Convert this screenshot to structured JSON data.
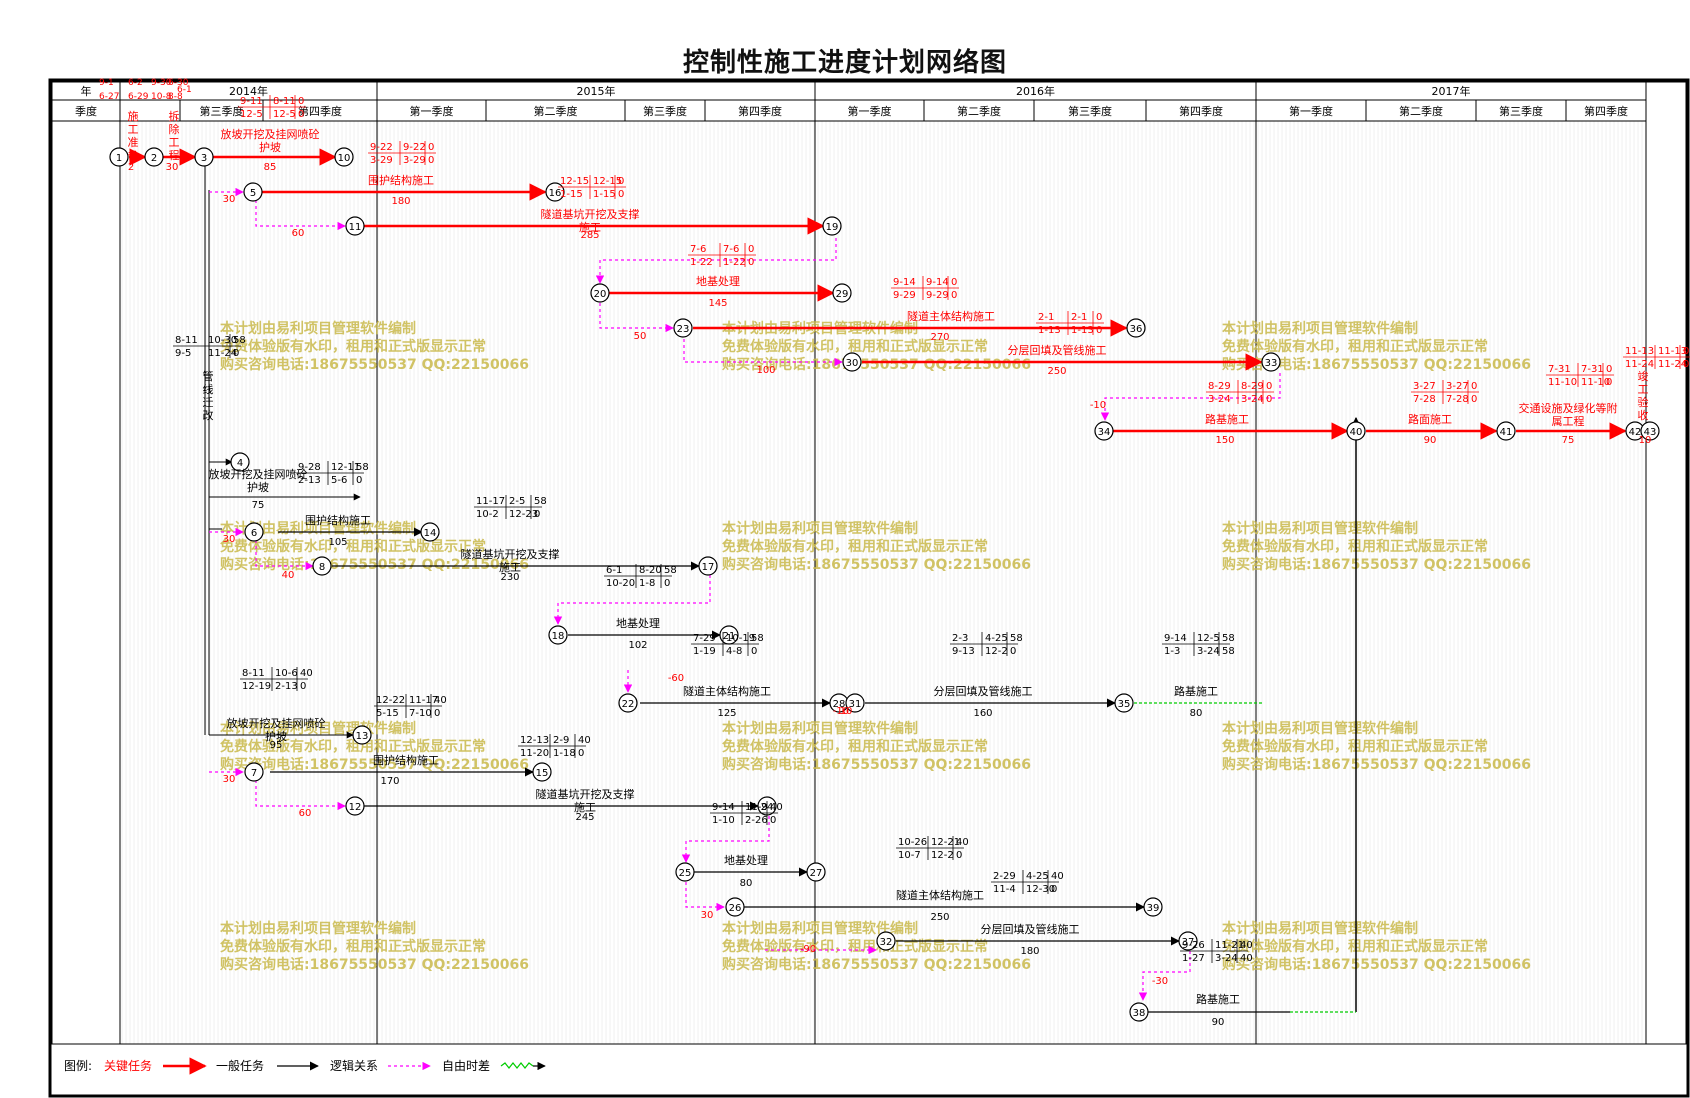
{
  "title": "控制性施工进度计划网络图",
  "header": {
    "year_label": "年",
    "quarter_label": "季度",
    "years": [
      {
        "label": "2014年"
      },
      {
        "label": "2015年"
      },
      {
        "label": "2016年"
      },
      {
        "label": "2017年"
      }
    ],
    "quarters": [
      "第三季度",
      "第四季度",
      "第一季度",
      "第二季度",
      "第三季度",
      "第四季度",
      "第一季度",
      "第二季度",
      "第三季度",
      "第四季度",
      "第一季度",
      "第二季度",
      "第三季度",
      "第四季度"
    ]
  },
  "watermark": [
    "本计划由易利项目管理软件编制",
    "免费体验版有水印，租用和正式版显示正常",
    "购买咨询电话:18675550537 QQ:22150066"
  ],
  "colors": {
    "critical": "#ff0000",
    "normal": "#000000",
    "slack": "#ff00ff",
    "float": "#00cc00",
    "watermark": "#c9b84a",
    "grid": "#d8d8d8"
  },
  "nodes": [
    {
      "id": "1",
      "label": "1"
    },
    {
      "id": "2",
      "label": "2"
    },
    {
      "id": "3",
      "label": "3"
    },
    {
      "id": "10",
      "label": "10"
    },
    {
      "id": "5",
      "label": "5"
    },
    {
      "id": "16",
      "label": "16"
    },
    {
      "id": "11",
      "label": "11"
    },
    {
      "id": "19",
      "label": "19"
    },
    {
      "id": "20",
      "label": "20"
    },
    {
      "id": "29",
      "label": "29"
    },
    {
      "id": "23",
      "label": "23"
    },
    {
      "id": "36",
      "label": "36"
    },
    {
      "id": "30",
      "label": "30"
    },
    {
      "id": "33",
      "label": "33"
    },
    {
      "id": "34",
      "label": "34"
    },
    {
      "id": "40",
      "label": "40"
    },
    {
      "id": "41",
      "label": "41"
    },
    {
      "id": "42",
      "label": "42"
    },
    {
      "id": "43",
      "label": "43"
    },
    {
      "id": "4",
      "label": "4"
    },
    {
      "id": "6",
      "label": "6"
    },
    {
      "id": "14",
      "label": "14"
    },
    {
      "id": "8",
      "label": "8"
    },
    {
      "id": "17",
      "label": "17"
    },
    {
      "id": "18",
      "label": "18"
    },
    {
      "id": "21",
      "label": "21"
    },
    {
      "id": "22",
      "label": "22"
    },
    {
      "id": "28",
      "label": "28"
    },
    {
      "id": "31",
      "label": "31"
    },
    {
      "id": "35",
      "label": "35"
    },
    {
      "id": "13",
      "label": "13"
    },
    {
      "id": "7",
      "label": "7"
    },
    {
      "id": "15",
      "label": "15"
    },
    {
      "id": "12",
      "label": "12"
    },
    {
      "id": "24",
      "label": "24"
    },
    {
      "id": "25",
      "label": "25"
    },
    {
      "id": "27",
      "label": "27"
    },
    {
      "id": "26",
      "label": "26"
    },
    {
      "id": "39",
      "label": "39"
    },
    {
      "id": "32",
      "label": "32"
    },
    {
      "id": "37",
      "label": "37"
    },
    {
      "id": "38",
      "label": "38"
    }
  ],
  "tasks": [
    {
      "id": "t1",
      "name": "施工准备",
      "duration": "2",
      "critical": true
    },
    {
      "id": "t2",
      "name": "拆除工程",
      "duration": "30",
      "critical": true
    },
    {
      "id": "t3",
      "name": "放坡开挖及挂网喷砼护坡",
      "duration": "85",
      "critical": true,
      "dates": [
        "9-11",
        "8-11",
        "0",
        "12-5",
        "12-5",
        "0"
      ]
    },
    {
      "id": "t4",
      "name": "围护结构施工",
      "duration": "180",
      "critical": true,
      "dates": [
        "9-22",
        "9-22",
        "0",
        "3-29",
        "3-29",
        "0"
      ]
    },
    {
      "id": "t5",
      "name": "隧道基坑开挖及支撑施工",
      "duration": "285",
      "critical": true,
      "dates": [
        "12-15",
        "12-15",
        "0",
        "1-15",
        "1-15",
        "0"
      ]
    },
    {
      "id": "t6",
      "name": "地基处理",
      "duration": "145",
      "critical": true,
      "dates": [
        "7-6",
        "7-6",
        "0",
        "1-22",
        "1-22",
        "0"
      ]
    },
    {
      "id": "t7",
      "name": "隧道主体结构施工",
      "duration": "270",
      "critical": true,
      "dates": [
        "9-14",
        "9-14",
        "0",
        "9-29",
        "9-29",
        "0"
      ]
    },
    {
      "id": "t8",
      "name": "分层回填及管线施工",
      "duration": "250",
      "critical": true,
      "dates": [
        "2-1",
        "2-1",
        "0",
        "1-13",
        "1-13",
        "0"
      ]
    },
    {
      "id": "t9",
      "name": "路基施工",
      "duration": "150",
      "critical": true,
      "dates": [
        "8-29",
        "8-29",
        "0",
        "3-24",
        "3-24",
        "0"
      ]
    },
    {
      "id": "t10",
      "name": "路面施工",
      "duration": "90",
      "critical": true,
      "dates": [
        "3-27",
        "3-27",
        "0",
        "7-28",
        "7-28",
        "0"
      ]
    },
    {
      "id": "t11",
      "name": "交通设施及绿化等附属工程",
      "duration": "75",
      "critical": true,
      "dates": [
        "7-31",
        "7-31",
        "0",
        "11-10",
        "11-10",
        "0"
      ]
    },
    {
      "id": "t12",
      "name": "竣工验收",
      "duration": "10",
      "critical": true,
      "dates": [
        "11-13",
        "11-13",
        "0",
        "11-24",
        "11-24",
        "0"
      ]
    },
    {
      "id": "t13",
      "name": "放坡开挖及挂网喷砼护坡",
      "duration": "75",
      "critical": false,
      "dates": [
        "8-11",
        "10-30",
        "58",
        "9-5",
        "11-24",
        "0"
      ]
    },
    {
      "id": "t14",
      "name": "围护结构施工",
      "duration": "105",
      "critical": false,
      "dates": [
        "9-28",
        "12-11",
        "58",
        "2-13",
        "5-6",
        "0"
      ]
    },
    {
      "id": "t15",
      "name": "隧道基坑开挖及支撑施工",
      "duration": "230",
      "critical": false,
      "dates": [
        "11-17",
        "2-5",
        "58",
        "10-2",
        "12-23",
        "0"
      ]
    },
    {
      "id": "t16",
      "name": "地基处理",
      "duration": "102",
      "critical": false,
      "dates": [
        "6-1",
        "8-20",
        "58",
        "10-20",
        "1-8",
        "0"
      ]
    },
    {
      "id": "t17",
      "name": "隧道主体结构施工",
      "duration": "125",
      "critical": false,
      "dates": [
        "7-29",
        "10-19",
        "58",
        "1-19",
        "4-8",
        "0"
      ]
    },
    {
      "id": "t18",
      "name": "分层回填及管线施工",
      "duration": "160",
      "critical": false,
      "dates": [
        "2-3",
        "4-25",
        "58",
        "9-13",
        "12-2",
        "0"
      ]
    },
    {
      "id": "t19",
      "name": "路基施工",
      "duration": "80",
      "critical": false,
      "dates": [
        "9-14",
        "12-5",
        "58",
        "1-3",
        "3-24",
        "58"
      ]
    },
    {
      "id": "t20",
      "name": "放坡开挖及挂网喷砼护坡",
      "duration": "95",
      "critical": false,
      "dates": [
        "8-11",
        "10-6",
        "40",
        "12-19",
        "2-13",
        "0"
      ]
    },
    {
      "id": "t21",
      "name": "围护结构施工",
      "duration": "170",
      "critical": false,
      "dates": [
        "12-22",
        "11-17",
        "40",
        "5-15",
        "7-10",
        "0"
      ]
    },
    {
      "id": "t22",
      "name": "隧道基坑开挖及支撑施工",
      "duration": "245",
      "critical": false,
      "dates": [
        "12-13",
        "2-9",
        "40",
        "11-20",
        "1-18",
        "0"
      ]
    },
    {
      "id": "t23",
      "name": "地基处理",
      "duration": "80",
      "critical": false,
      "dates": [
        "9-14",
        "11-9",
        "40",
        "1-10",
        "2-26",
        "0"
      ]
    },
    {
      "id": "t24",
      "name": "隧道主体结构施工",
      "duration": "250",
      "critical": false,
      "dates": [
        "10-26",
        "12-21",
        "40",
        "10-7",
        "12-2",
        "0"
      ]
    },
    {
      "id": "t25",
      "name": "分层回填及管线施工",
      "duration": "180",
      "critical": false,
      "dates": [
        "2-29",
        "4-25",
        "40",
        "11-4",
        "12-30",
        "0"
      ]
    },
    {
      "id": "t26",
      "name": "路基施工",
      "duration": "90",
      "critical": false,
      "dates": [
        "9-26",
        "11-21",
        "40",
        "1-27",
        "3-24",
        "40"
      ]
    },
    {
      "id": "t27",
      "name": "管线迁改",
      "duration": "",
      "critical": false
    }
  ],
  "slack_labels": [
    "30",
    "60",
    "50",
    "100",
    "-10",
    "30",
    "40",
    "-60",
    "10",
    "30",
    "60",
    "30",
    "-30",
    "-90",
    "-10"
  ],
  "top_dates": [
    "9-1",
    "6-27",
    "6-2",
    "6-29",
    "9-30",
    "6-30",
    "10-8",
    "8-8",
    "6-1"
  ],
  "legend": {
    "label": "图例:",
    "items": [
      {
        "label": "关键任务",
        "kind": "critical"
      },
      {
        "label": "一般任务",
        "kind": "normal"
      },
      {
        "label": "逻辑关系",
        "kind": "logic"
      },
      {
        "label": "自由时差",
        "kind": "free"
      },
      {
        "label": "",
        "kind": "float"
      }
    ]
  }
}
